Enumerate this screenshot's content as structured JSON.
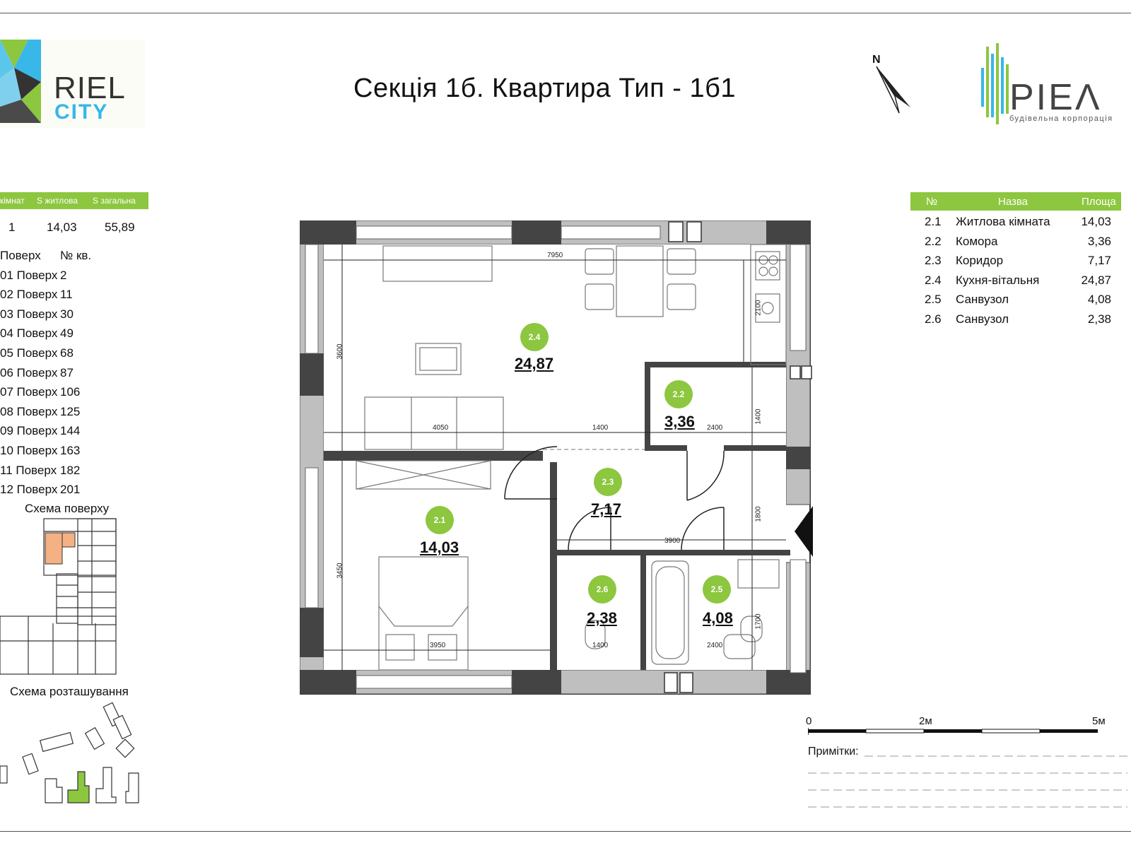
{
  "title": "Секція 1б. Квартира Тип - 1б1",
  "logos": {
    "left_word": "RIEL",
    "left_sub": "CITY",
    "right_word": "PIEΛ",
    "right_sub": "будівельна корпорація",
    "north": "N"
  },
  "summary": {
    "headers": [
      "кімнат",
      "S житлова",
      "S загальна"
    ],
    "values": [
      "1",
      "14,03",
      "55,89"
    ]
  },
  "floors": {
    "header_floor": "Поверх",
    "header_apt": "№ кв.",
    "rows": [
      {
        "floor": "01 Поверх",
        "apt": "2"
      },
      {
        "floor": "02 Поверх",
        "apt": "11"
      },
      {
        "floor": "03 Поверх",
        "apt": "30"
      },
      {
        "floor": "04 Поверх",
        "apt": "49"
      },
      {
        "floor": "05 Поверх",
        "apt": "68"
      },
      {
        "floor": "06 Поверх",
        "apt": "87"
      },
      {
        "floor": "07 Поверх",
        "apt": "106"
      },
      {
        "floor": "08 Поверх",
        "apt": "125"
      },
      {
        "floor": "09 Поверх",
        "apt": "144"
      },
      {
        "floor": "10 Поверх",
        "apt": "163"
      },
      {
        "floor": "11 Поверх",
        "apt": "182"
      },
      {
        "floor": "12 Поверх",
        "apt": "201"
      }
    ]
  },
  "schemes": {
    "floor_scheme": "Схема поверху",
    "location_scheme": "Схема розташування"
  },
  "rooms_table": {
    "headers": [
      "№",
      "Назва",
      "Площа"
    ],
    "rows": [
      {
        "num": "2.1",
        "name": "Житлова кімната",
        "area": "14,03"
      },
      {
        "num": "2.2",
        "name": "Комора",
        "area": "3,36"
      },
      {
        "num": "2.3",
        "name": "Коридор",
        "area": "7,17"
      },
      {
        "num": "2.4",
        "name": "Кухня-вітальня",
        "area": "24,87"
      },
      {
        "num": "2.5",
        "name": "Санвузол",
        "area": "4,08"
      },
      {
        "num": "2.6",
        "name": "Санвузол",
        "area": "2,38"
      }
    ]
  },
  "plan": {
    "rooms": {
      "r21": {
        "num": "2.1",
        "area": "14,03"
      },
      "r22": {
        "num": "2.2",
        "area": "3,36"
      },
      "r23": {
        "num": "2.3",
        "area": "7,17"
      },
      "r24": {
        "num": "2.4",
        "area": "24,87"
      },
      "r25": {
        "num": "2.5",
        "area": "4,08"
      },
      "r26": {
        "num": "2.6",
        "area": "2,38"
      }
    },
    "dims": {
      "d7950": "7950",
      "d3600": "3600",
      "d2100": "2100",
      "d4050": "4050",
      "d1400a": "1400",
      "d2400a": "2400",
      "d1400v": "1400",
      "d1800": "1800",
      "d3900": "3900",
      "d3450": "3450",
      "d1700": "1700",
      "d3950": "3950",
      "d1400b": "1400",
      "d2400b": "2400"
    }
  },
  "scale": {
    "l0": "0",
    "l2": "2м",
    "l5": "5м"
  },
  "notes": "Примітки:",
  "colors": {
    "accent": "#8dc63f",
    "city_blue": "#38b7e8",
    "wall": "#555555",
    "highlight": "#f4b183"
  }
}
